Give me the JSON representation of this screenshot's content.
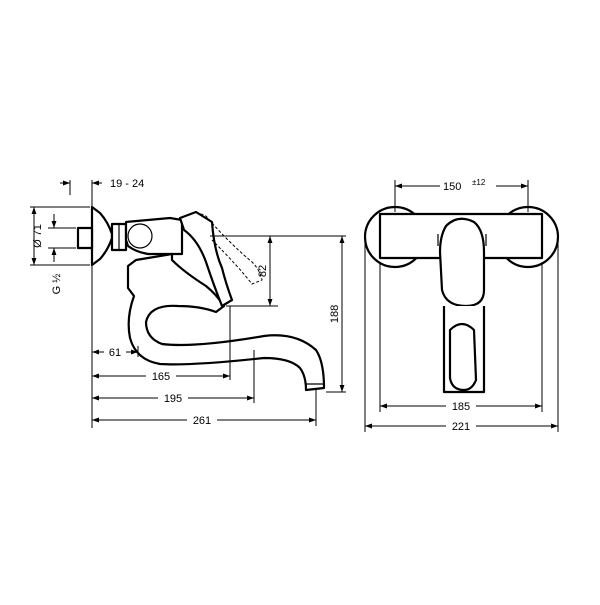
{
  "side_view": {
    "labels": {
      "wall_offset": "19 - 24",
      "diameter": "Ø 71",
      "thread": "G ½",
      "lever_height": "82",
      "total_height": "188",
      "d61": "61",
      "d165": "165",
      "d195": "195",
      "d261": "261"
    }
  },
  "front_view": {
    "labels": {
      "center_distance": "150",
      "tolerance": "±12",
      "width_185": "185",
      "width_221": "221"
    }
  },
  "colors": {
    "line": "#000000",
    "background": "#ffffff"
  }
}
